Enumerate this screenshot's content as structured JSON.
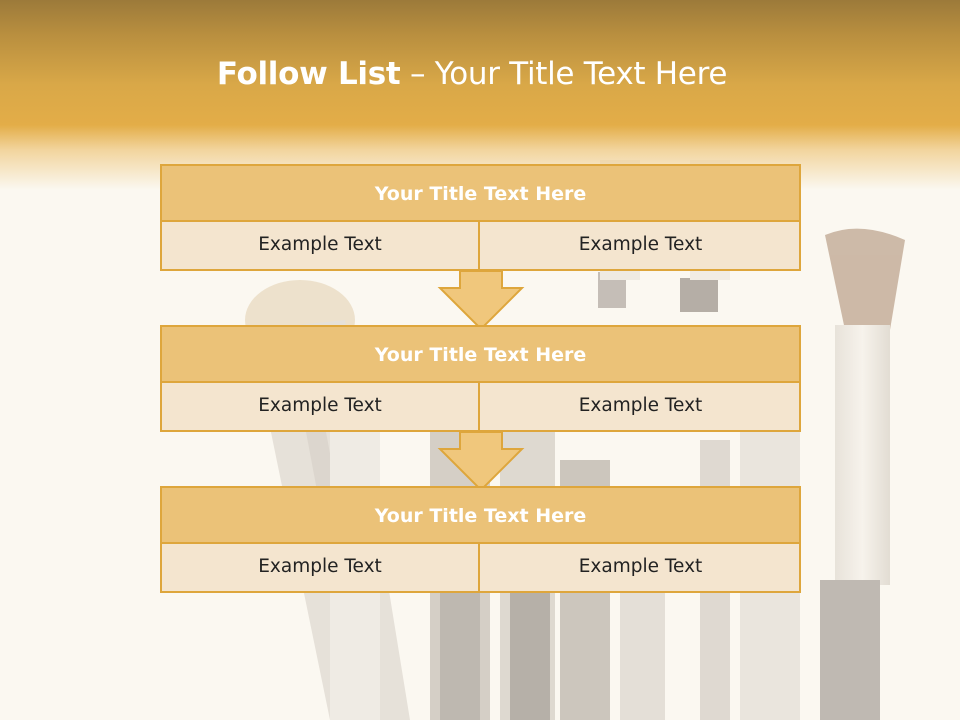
{
  "slide": {
    "title_bold": "Follow List",
    "title_rest": " – Your Title Text Here"
  },
  "blocks": [
    {
      "title": "Your Title Text Here",
      "left": "Example Text",
      "right": "Example Text"
    },
    {
      "title": "Your Title Text Here",
      "left": "Example Text",
      "right": "Example Text"
    },
    {
      "title": "Your Title Text Here",
      "left": "Example Text",
      "right": "Example Text"
    }
  ],
  "colors": {
    "band_gold": "#e3ad48",
    "border_gold": "#dea63c",
    "title_fill": "#ebc278",
    "cell_fill": "#f4e5cf",
    "arrow_fill": "#f0c77c"
  }
}
